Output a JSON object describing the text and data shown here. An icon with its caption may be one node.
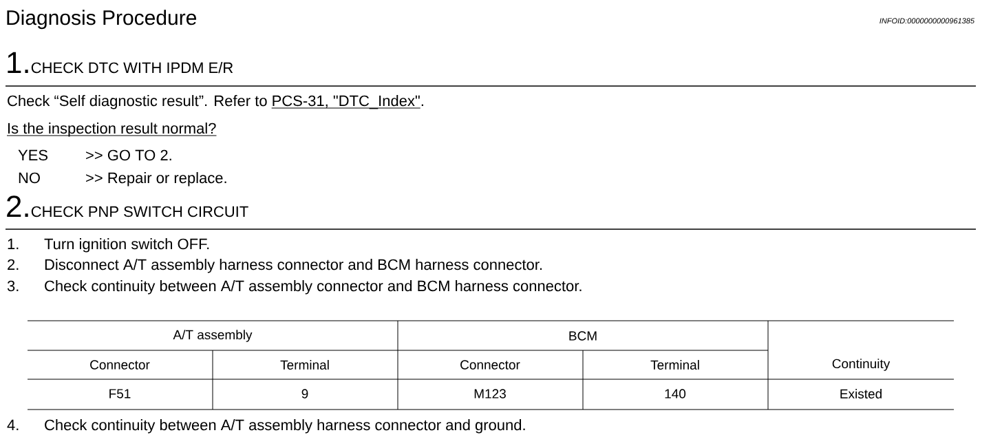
{
  "diagram": {
    "title": "Diagnosis Procedure",
    "labels": [
      "INFOID:0000000000961385",
      "1.",
      "CHECK DTC WITH IPDM E/R",
      "Check “Self diagnostic result”. Refer to",
      "PCS-31, \"DTC_Index\"",
      ".",
      "Is the inspection result normal?",
      "YES",
      ">> GO TO 2.",
      "NO",
      ">> Repair or replace.",
      "2.",
      "CHECK PNP SWITCH CIRCUIT",
      "1.",
      "Turn ignition switch OFF.",
      "2.",
      "Disconnect A/T assembly harness connector and BCM harness connector.",
      "3.",
      "Check continuity between A/T assembly connector and BCM harness connector.",
      "A/T assembly",
      "BCM",
      "Connector",
      "Terminal",
      "Connector",
      "Terminal",
      "Continuity",
      "F51",
      "9",
      "M123",
      "140",
      "Existed",
      "4.",
      "Check continuity between A/T assembly harness connector and ground."
    ]
  }
}
